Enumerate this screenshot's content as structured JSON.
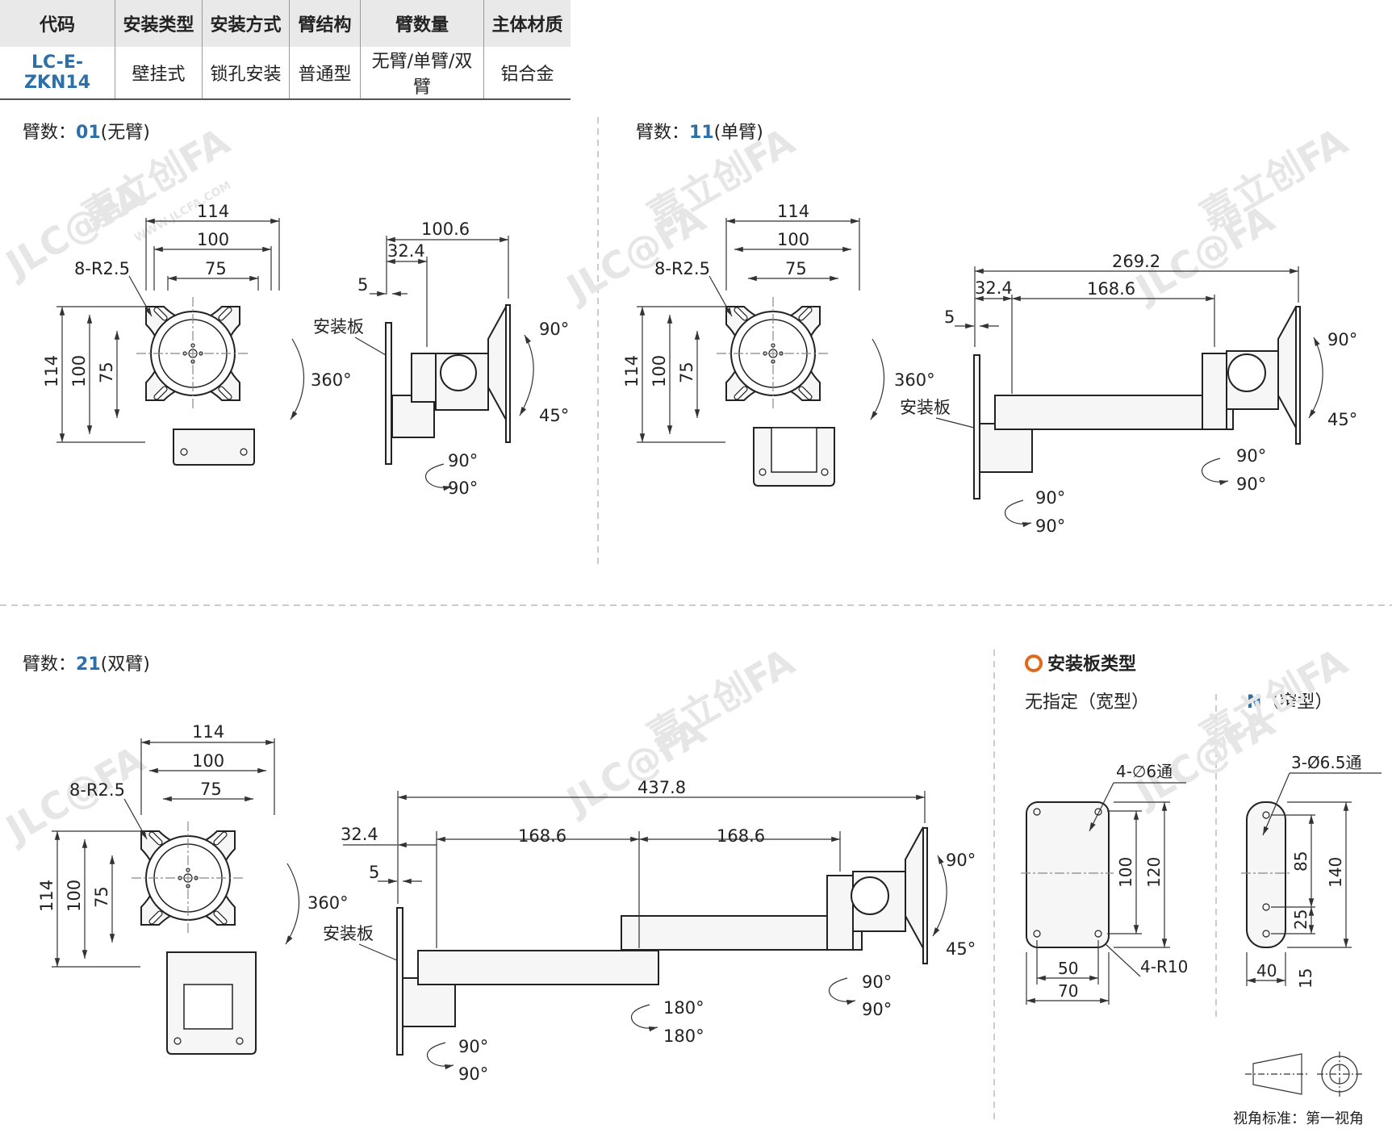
{
  "table": {
    "headers": [
      "代码",
      "安装类型",
      "安装方式",
      "臂结构",
      "臂数量",
      "主体材质"
    ],
    "row": [
      "LC-E-ZKN14",
      "壁挂式",
      "锁孔安装",
      "普通型",
      "无臂/单臂/双臂",
      "铝合金"
    ]
  },
  "sections": {
    "s01": {
      "prefix": "臂数：",
      "code": "01",
      "suffix": "(无臂)"
    },
    "s11": {
      "prefix": "臂数：",
      "code": "11",
      "suffix": "(单臂)"
    },
    "s21": {
      "prefix": "臂数：",
      "code": "21",
      "suffix": "(双臂)"
    }
  },
  "dims": {
    "d114": "114",
    "d100": "100",
    "d75": "75",
    "r": "8-R2.5",
    "rot360": "360°",
    "d100_6": "100.6",
    "d32_4": "32.4",
    "d5": "5",
    "d269_2": "269.2",
    "d168_6": "168.6",
    "d437_8": "437.8",
    "a90": "90°",
    "a45": "45°",
    "a180": "180°",
    "plate": "安装板"
  },
  "plate_types": {
    "title": "安装板类型",
    "wide": "无指定（宽型）",
    "narrow_code": "N",
    "narrow_label": "（窄型）",
    "wide_dims": {
      "holes": "4-∅6通",
      "r": "4-R10",
      "d100": "100",
      "d120": "120",
      "d50": "50",
      "d70": "70"
    },
    "narrow_dims": {
      "holes": "3-Ø6.5通",
      "d85": "85",
      "d140": "140",
      "d25": "25",
      "d40": "40",
      "d15": "15"
    }
  },
  "view_standard": "视角标准：第一视角",
  "watermark": {
    "brand": "嘉立创FA",
    "site": "WWW.JLCFA.COM",
    "logo": "JLC@FA"
  },
  "colors": {
    "accent": "#2d6fa6",
    "bullet": "#e06a1b"
  }
}
